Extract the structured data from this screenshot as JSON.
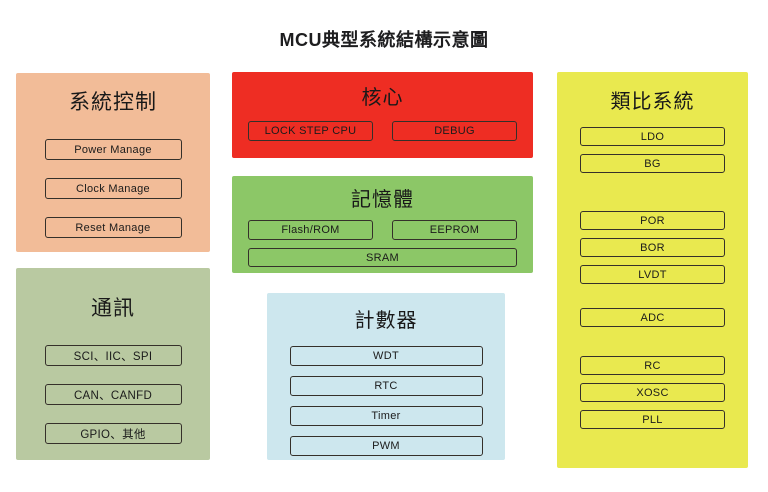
{
  "title": "MCU典型系統結構示意圖",
  "colors": {
    "background": "#ffffff",
    "system_control_bg": "#f2bc98",
    "communication_bg": "#b9c9a1",
    "core_bg": "#ee2d23",
    "memory_bg": "#8cc767",
    "counter_bg": "#cde7ee",
    "analog_bg": "#e9e94f",
    "box_border": "#35302a",
    "text": "#1c1c1c"
  },
  "blocks": {
    "system_control": {
      "title": "系統控制",
      "items": [
        "Power Manage",
        "Clock Manage",
        "Reset Manage"
      ]
    },
    "communication": {
      "title": "通訊",
      "items": [
        "SCI、IIC、SPI",
        "CAN、CANFD",
        "GPIO、其他"
      ]
    },
    "core": {
      "title": "核心",
      "items": [
        "LOCK STEP CPU",
        "DEBUG"
      ]
    },
    "memory": {
      "title": "記憶體",
      "items": [
        "Flash/ROM",
        "EEPROM",
        "SRAM"
      ]
    },
    "counter": {
      "title": "計數器",
      "items": [
        "WDT",
        "RTC",
        "Timer",
        "PWM"
      ]
    },
    "analog": {
      "title": "類比系統",
      "items": [
        "LDO",
        "BG",
        "POR",
        "BOR",
        "LVDT",
        "ADC",
        "RC",
        "XOSC",
        "PLL"
      ]
    }
  }
}
